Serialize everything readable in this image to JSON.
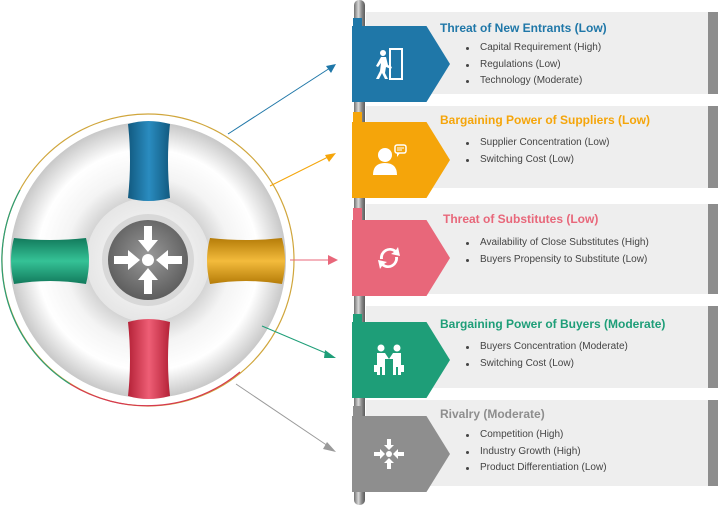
{
  "panels": [
    {
      "title": "Threat of New Entrants (Low)",
      "color": "#1f77a8",
      "icon": "exit-door-icon",
      "items": [
        "Capital Requirement (High)",
        "Regulations (Low)",
        "Technology (Moderate)"
      ]
    },
    {
      "title": "Bargaining Power of Suppliers (Low)",
      "color": "#f5a50a",
      "icon": "supplier-person-icon",
      "items": [
        "Supplier Concentration (Low)",
        "Switching Cost  (Low)"
      ]
    },
    {
      "title": "Threat of Substitutes (Low)",
      "color": "#e8677a",
      "icon": "swap-arrows-icon",
      "items": [
        "Availability of Close Substitutes (High)",
        "Buyers Propensity to Substitute (Low)"
      ]
    },
    {
      "title": "Bargaining Power of Buyers (Moderate)",
      "color": "#1e9e78",
      "icon": "handshake-people-icon",
      "items": [
        "Buyers Concentration (Moderate)",
        "Switching Cost (Low)"
      ]
    },
    {
      "title": "Rivalry (Moderate)",
      "color": "#8e8e8e",
      "icon": "converging-arrows-icon",
      "items": [
        "Competition (High)",
        "Industry Growth (High)",
        "Product Differentiation  (Low)"
      ]
    }
  ],
  "center_icon": "converging-arrows-icon",
  "ring_colors": [
    "#1f77a8",
    "#d99a12",
    "#d6394f",
    "#1e9e78"
  ]
}
